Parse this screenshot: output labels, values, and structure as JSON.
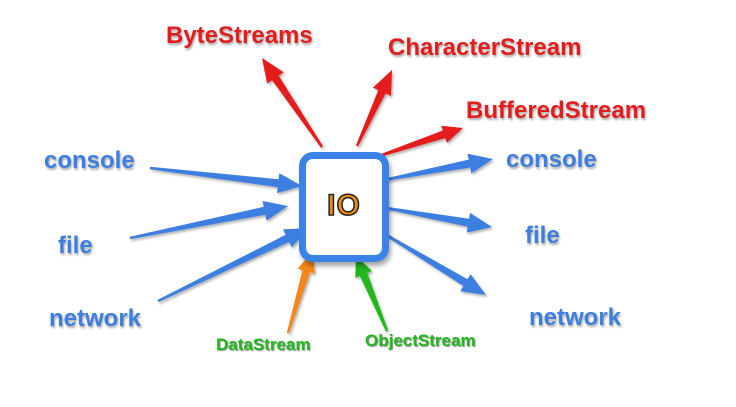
{
  "center": {
    "label": "IO"
  },
  "inputs": [
    "console",
    "file",
    "network"
  ],
  "outputs": [
    "console",
    "file",
    "network"
  ],
  "stream_types": [
    "ByteStreams",
    "CharacterStream",
    "BufferedStream"
  ],
  "bottom_streams": [
    "DataStream",
    "ObjectStream"
  ],
  "colors": {
    "io_blue": "#3d7fe0",
    "stream_red": "#e51c1c",
    "stream_green": "#23b81e",
    "stream_orange": "#f5861f",
    "io_label": "#f08c16"
  }
}
